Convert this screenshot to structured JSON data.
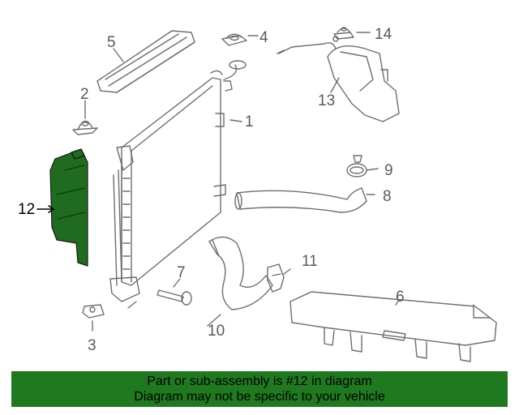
{
  "diagram": {
    "callouts": {
      "c1": "1",
      "c2": "2",
      "c3": "3",
      "c4": "4",
      "c5": "5",
      "c6": "6",
      "c7": "7",
      "c8": "8",
      "c9": "9",
      "c10": "10",
      "c11": "11",
      "c12": "12",
      "c13": "13",
      "c14": "14"
    },
    "highlight_color": "#1f6b1f",
    "line_color": "#6e6e6e"
  },
  "banner": {
    "line1": "Part or sub-assembly is #12 in diagram",
    "line2": "Diagram may not be specific to your vehicle",
    "background": "#1f7a1f"
  }
}
